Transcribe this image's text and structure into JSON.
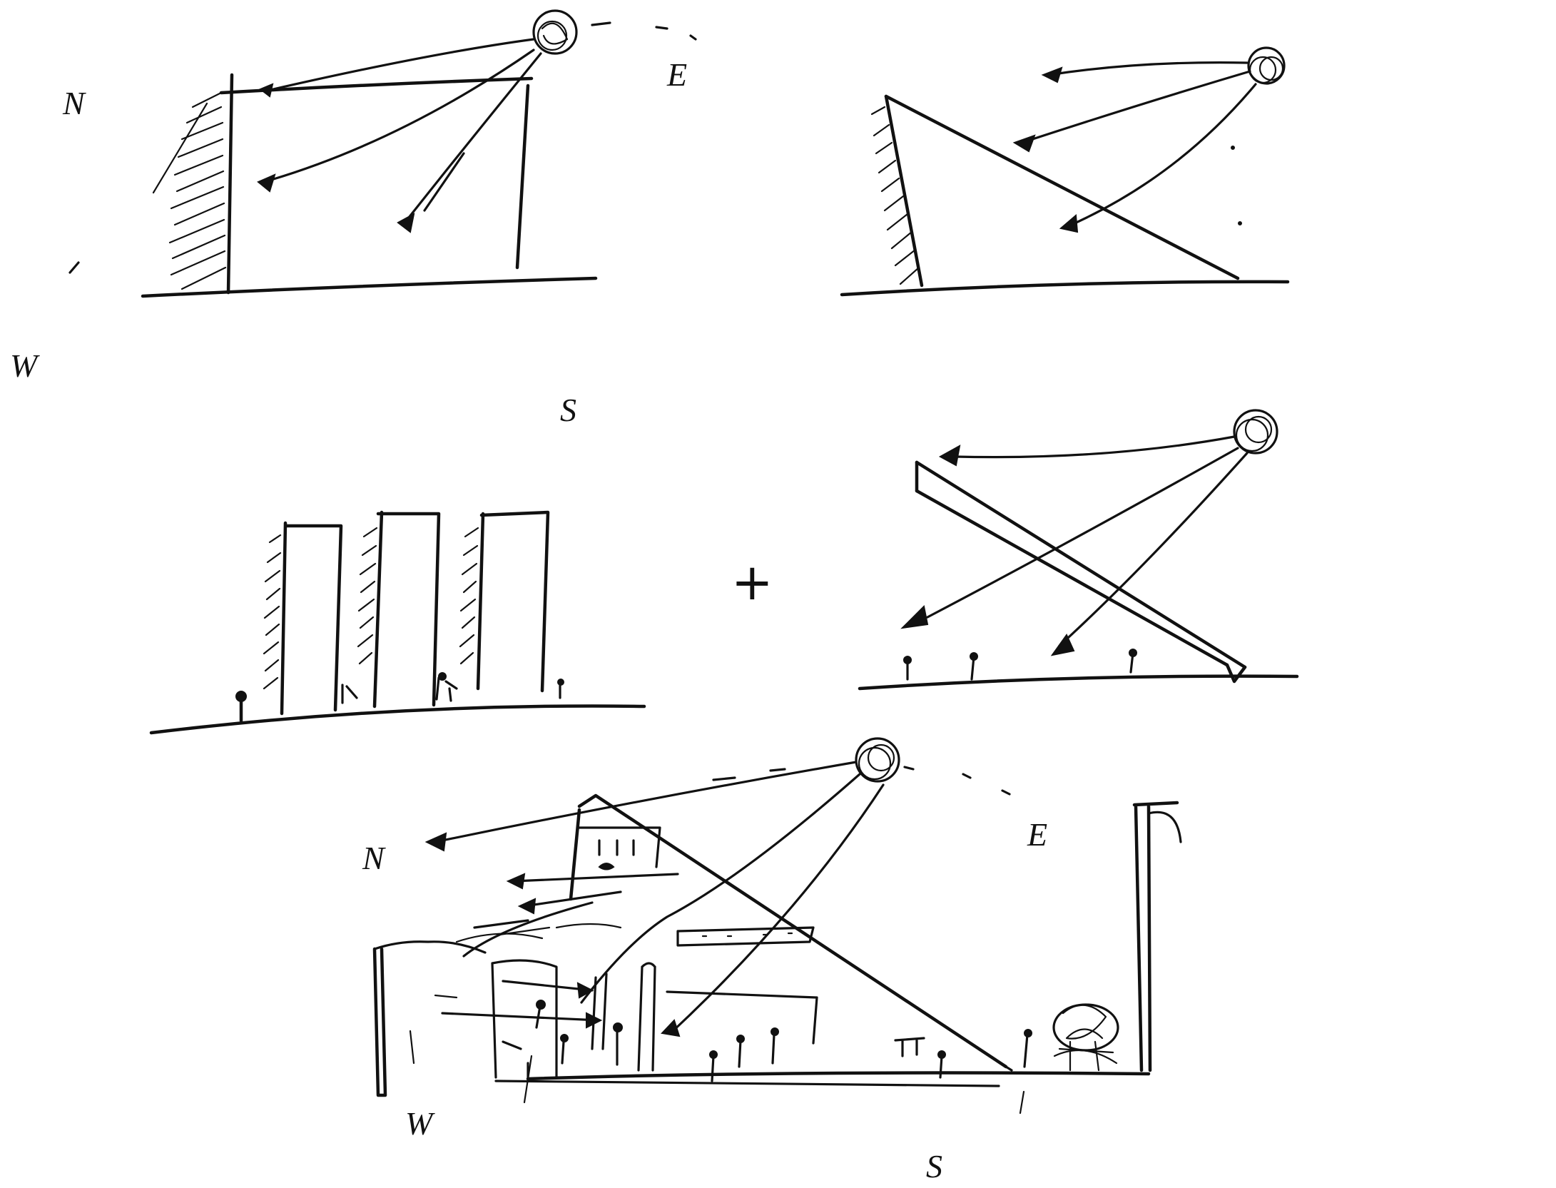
{
  "sketch": {
    "panel_top_left": {
      "compass": {
        "north": "N",
        "west": "W",
        "east": "E",
        "south": "S"
      }
    },
    "combine_symbol": "+",
    "panel_bottom": {
      "compass": {
        "north": "N",
        "west": "W",
        "east": "E",
        "south": "S"
      }
    }
  },
  "colors": {
    "ink": "#111111",
    "paper": "#ffffff"
  },
  "icons": [
    "sun-icon",
    "arrow-icon",
    "person-icon",
    "tree-icon"
  ]
}
